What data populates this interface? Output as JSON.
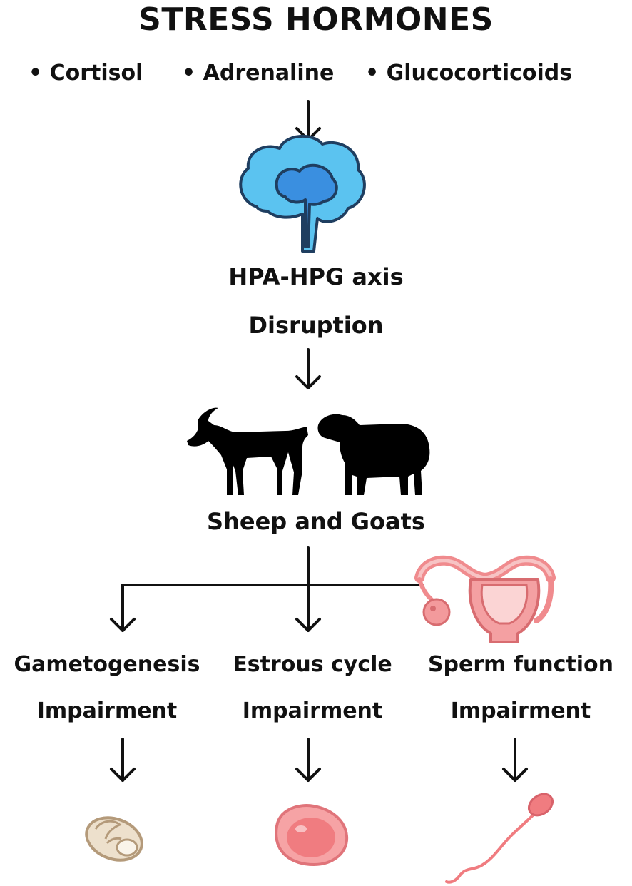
{
  "title": "STRESS HORMONES",
  "hormones": [
    "Cortisol",
    "Adrenaline",
    "Glucocorticoids"
  ],
  "axis": {
    "line1": "HPA-HPG axis",
    "line2": "Disruption"
  },
  "animals_label": "Sheep and Goats",
  "branches": [
    {
      "line1": "Gametogenesis",
      "line2": "Impairment",
      "icon": "oocyte-icon"
    },
    {
      "line1": "Estrous cycle",
      "line2": "Impairment",
      "icon": "ovum-cell-icon"
    },
    {
      "line1": "Sperm function",
      "line2": "Impairment",
      "icon": "sperm-icon"
    }
  ],
  "icons": [
    "brain-icon",
    "goat-icon",
    "sheep-icon",
    "uterus-icon"
  ],
  "colors": {
    "text": "#111111",
    "brain_fill": "#5bc3f0",
    "brain_inner": "#3a8fe0",
    "uterus": "#f08b8e",
    "ovum": "#f07c80",
    "oocyte": "#d9c3a6"
  }
}
